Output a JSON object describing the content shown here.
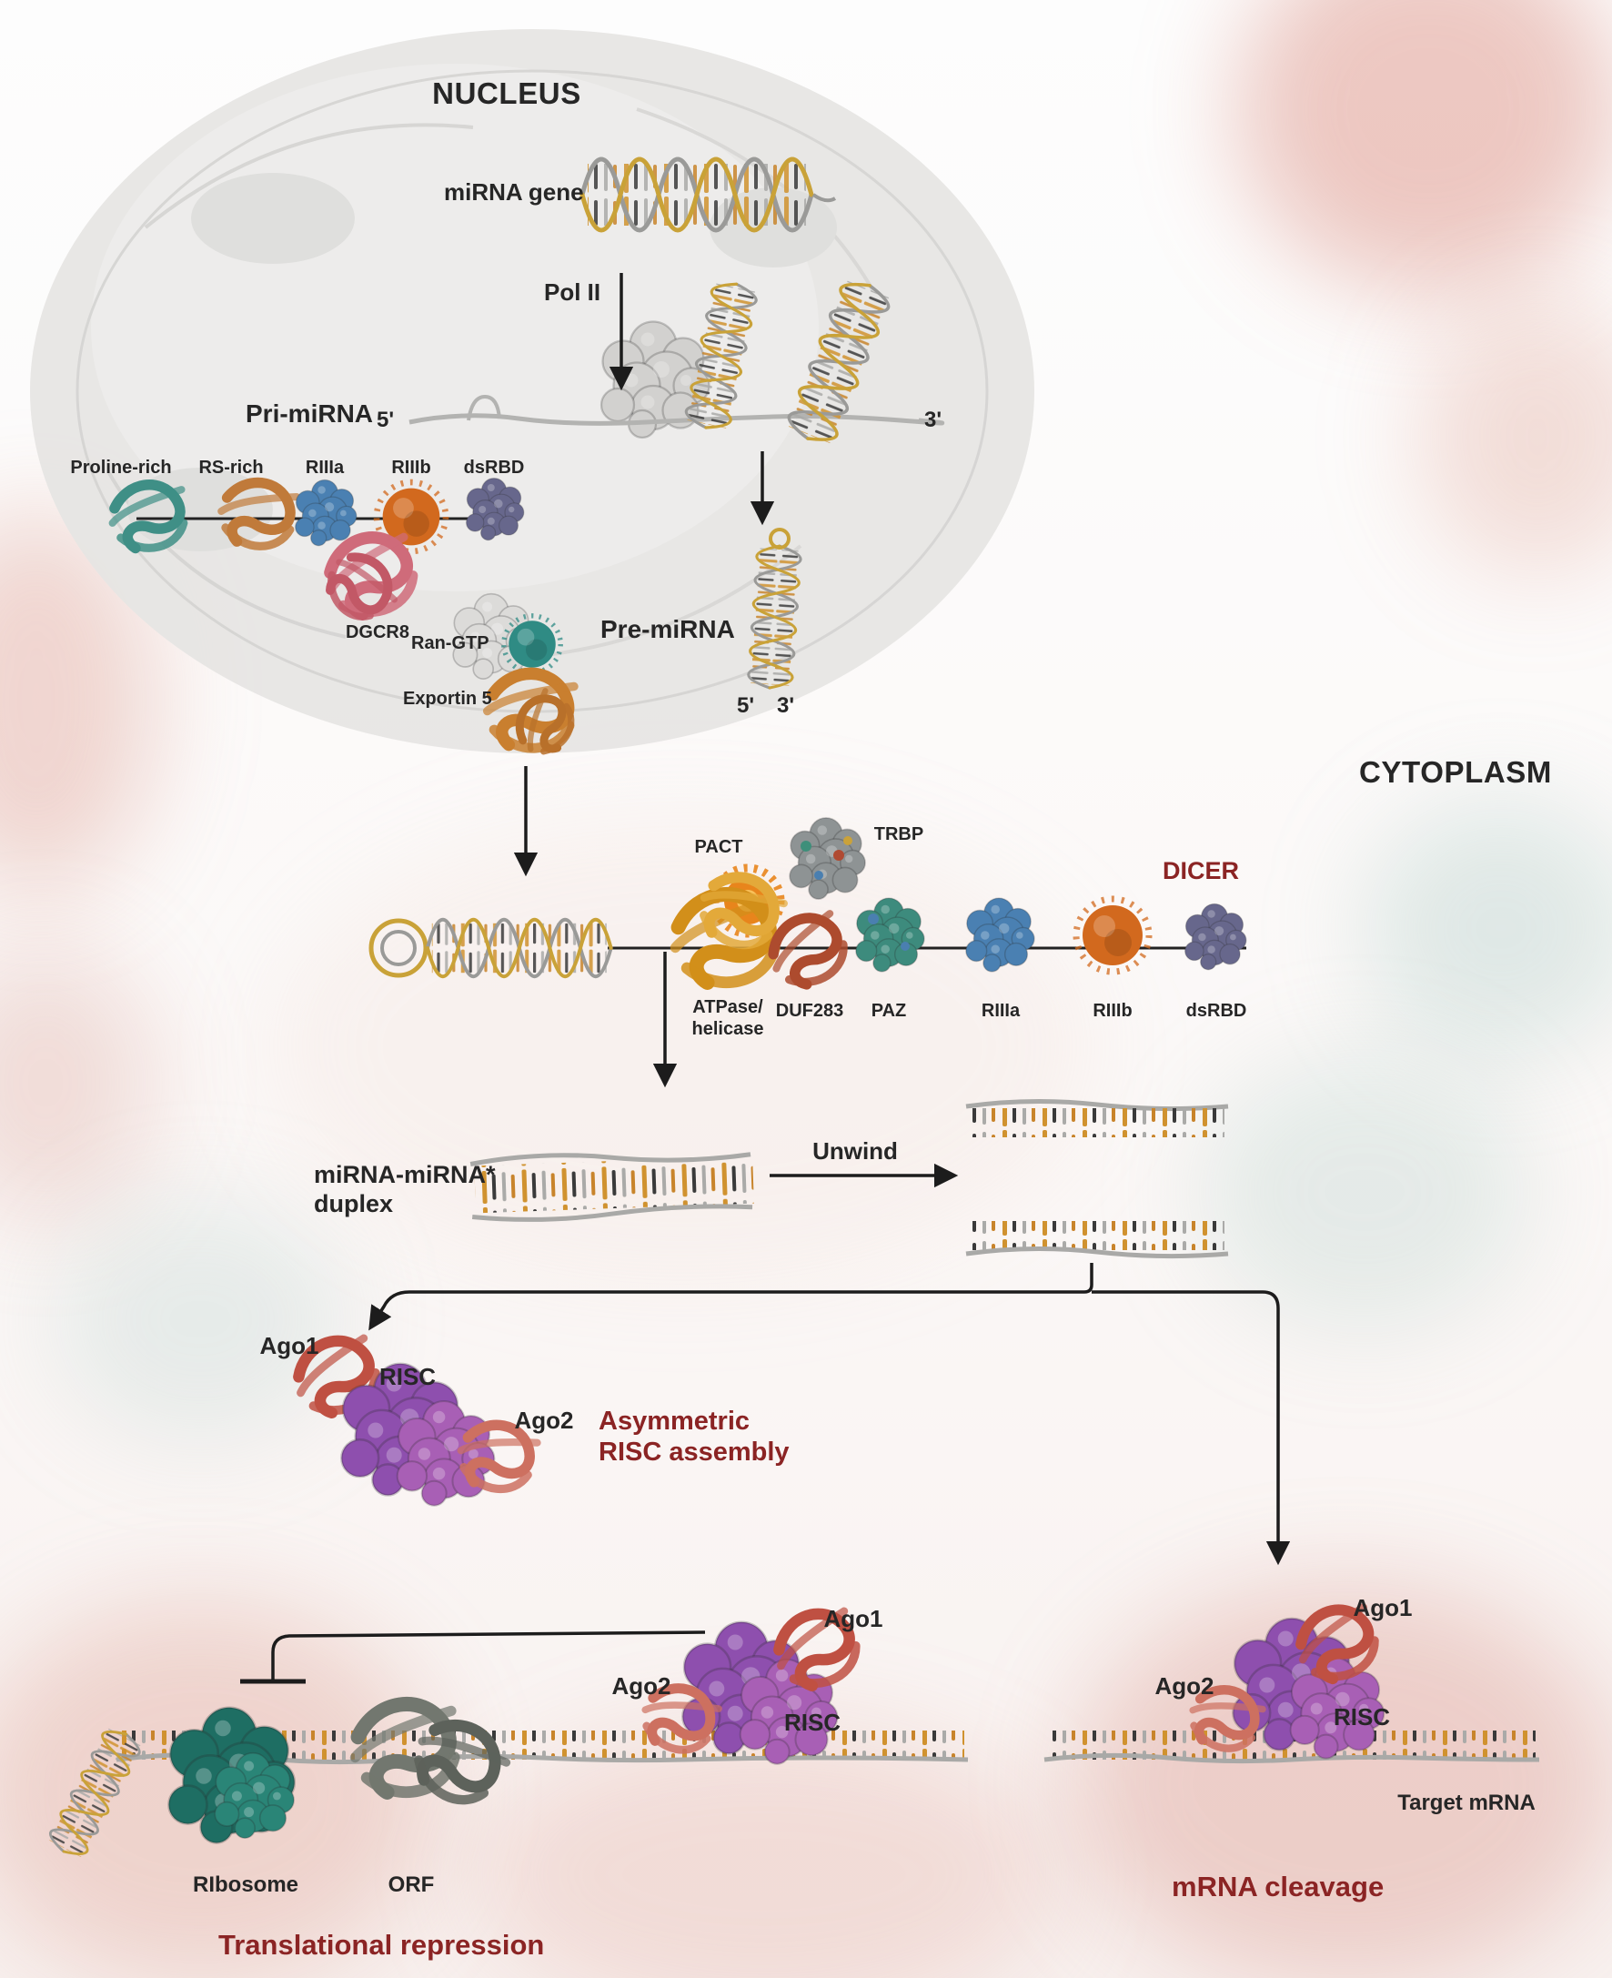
{
  "regions": {
    "nucleus": "NUCLEUS",
    "cytoplasm": "CYTOPLASM"
  },
  "transcription": {
    "gene": "miRNA gene",
    "polymerase": "Pol II"
  },
  "pri_mirna": {
    "label": "Pri-miRNA",
    "five_prime": "5'",
    "three_prime": "3'"
  },
  "microprocessor": {
    "domains": [
      "Proline-rich",
      "RS-rich",
      "RIIIa",
      "RIIIb",
      "dsRBD"
    ],
    "dgcr8": "DGCR8"
  },
  "export": {
    "ran_gtp": "Ran-GTP",
    "exportin5": "Exportin 5"
  },
  "pre_mirna": {
    "label": "Pre-miRNA",
    "five_prime": "5'",
    "three_prime": "3'"
  },
  "dicer": {
    "label": "DICER",
    "pact": "PACT",
    "trbp": "TRBP",
    "domains": [
      "ATPase/\nhelicase",
      "DUF283",
      "PAZ",
      "RIIIa",
      "RIIIb",
      "dsRBD"
    ]
  },
  "duplex": {
    "label": "miRNA-miRNA*\nduplex",
    "unwind": "Unwind"
  },
  "risc_assembly": {
    "ago1": "Ago1",
    "risc": "RISC",
    "ago2": "Ago2",
    "caption": "Asymmetric\nRISC assembly"
  },
  "translational_repression": {
    "ago1": "Ago1",
    "ago2": "Ago2",
    "risc": "RISC",
    "ribosome": "RIbosome",
    "orf": "ORF",
    "caption": "Translational repression"
  },
  "mrna_cleavage": {
    "ago1": "Ago1",
    "ago2": "Ago2",
    "risc": "RISC",
    "target_mrna": "Target mRNA",
    "caption": "mRNA cleavage"
  },
  "colors": {
    "accent": "#8b2424",
    "ink": "#262626"
  }
}
